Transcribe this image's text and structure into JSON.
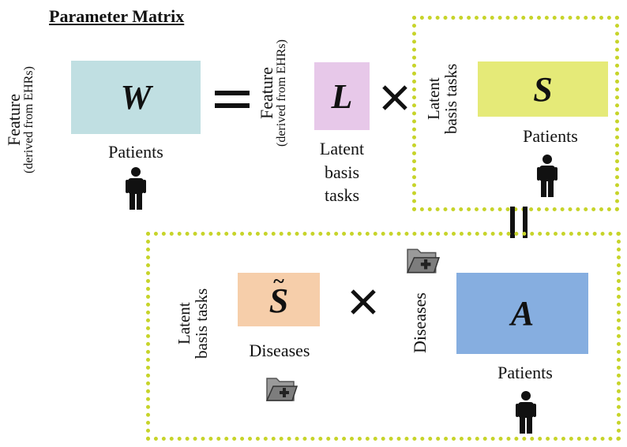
{
  "title": "Parameter Matrix",
  "labels": {
    "feature": "Feature",
    "derived": "(derived from EHRs)",
    "patients": "Patients",
    "latent_basis_tasks": "Latent basis tasks",
    "latent_basis_tasks_lines": [
      "Latent",
      "basis",
      "tasks"
    ],
    "diseases": "Diseases"
  },
  "matrices": {
    "W": "W",
    "L": "L",
    "S": "S",
    "S_tilde": "S",
    "S_tilde_mark": "~",
    "A": "A"
  },
  "operators": {
    "equals": "=",
    "times": "×",
    "vertical_equals": "="
  },
  "colors": {
    "W": "#c0dfe2",
    "L": "#e7c8e9",
    "S": "#e5ea78",
    "S_tilde": "#f6ceaa",
    "A": "#86aee0",
    "dotted_border": "#c7d42a",
    "icon": "#111111",
    "folder": "#777777"
  },
  "icons": [
    "person-icon",
    "disease-folder-icon"
  ]
}
